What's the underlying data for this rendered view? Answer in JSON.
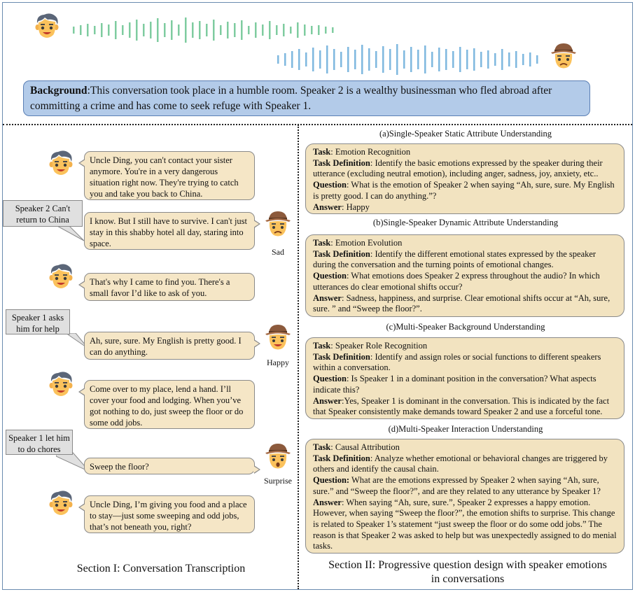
{
  "background": {
    "label": "Background",
    "text": ":This conversation took place in a humble room. Speaker 2 is a wealthy businessman who fled abroad after committing a crime and has come to seek refuge with Speaker 1."
  },
  "section1": {
    "title": "Section I: Conversation Transcription",
    "bubbles": [
      "Uncle Ding, you can't contact your sister anymore. You're in a very dangerous situation right now. They're trying to catch you and take you back to China.",
      "I know. But I still have to survive. I can't just stay in this shabby hotel all day, staring into space.",
      "That's why I came to find you. There's a small favor I’d like to ask of you.",
      "Ah, sure, sure. My English is pretty good. I can do anything.",
      "Come over to my place, lend a hand. I’ll cover your food and lodging. When you’ve got nothing to do, just sweep the floor or do some odd jobs.",
      "Sweep the floor?",
      "Uncle Ding, I’m giving you food and a place to stay—just some sweeping and odd jobs, that’s not beneath you, right?"
    ],
    "notes": [
      "Speaker 2 Can't return to China",
      "Speaker 1 asks him for help",
      "Speaker 1 let  him to do chores"
    ],
    "emotions": [
      "Sad",
      "Happy",
      "Surprise"
    ]
  },
  "section2": {
    "title": "Section II: Progressive question design with speaker emotions in conversations",
    "tasks": [
      {
        "heading": "(a)Single-Speaker Static Attribute Understanding",
        "task_label": "Task",
        "task": ": Emotion Recognition",
        "def_label": "Task Definition",
        "def": ": Identify the basic emotions expressed by the speaker during their utterance (excluding neutral emotion), including anger, sadness, joy, anxiety, etc..",
        "q_label": "Question",
        "q": ": What is the emotion of Speaker 2 when saying “Ah, sure, sure. My English is pretty good. I can do anything.”?",
        "a_label": "Answer",
        "a": ": Happy"
      },
      {
        "heading": "(b)Single-Speaker Dynamic Attribute Understanding",
        "task_label": "Task",
        "task": ": Emotion Evolution",
        "def_label": "Task Definition",
        "def": ": Identify the different emotional states expressed by the speaker during the conversation and the turning points of emotional changes.",
        "q_label": "Question",
        "q": ": What emotions does Speaker 2 express throughout the audio? In which utterances do clear emotional shifts occur?",
        "a_label": "Answer",
        "a": ": Sadness, happiness, and surprise. Clear emotional shifts occur at  “Ah, sure, sure. ” and “Sweep the floor?”."
      },
      {
        "heading": "(c)Multi-Speaker Background Understanding",
        "task_label": "Task",
        "task": ": Speaker Role Recognition",
        "def_label": "Task Definition",
        "def": ": Identify and assign roles or social functions to different speakers within a conversation.",
        "q_label": "Question",
        "q": ": Is Speaker 1 in a dominant position in the conversation? What aspects indicate this?",
        "a_label": "Answer",
        "a": ":Yes, Speaker 1 is dominant in the conversation. This is indicated by the fact that Speaker consistently make demands toward Speaker 2 and use a forceful tone."
      },
      {
        "heading": "(d)Multi-Speaker Interaction Understanding",
        "task_label": "Task",
        "task": ": Causal Attribution",
        "def_label": "Task Definition",
        "def": ": Analyze whether emotional or behavioral changes are triggered by others and identify the causal chain.",
        "q_label": "Question:",
        "q": " What are the emotions expressed by Speaker 2 when saying “Ah, sure, sure.” and “Sweep the floor?”, and are they related to any utterance by Speaker 1?",
        "a_label": "Answer",
        "a": ": When saying “Ah, sure, sure.”, Speaker 2 expresses a happy emotion. However, when saying “Sweep the floor?”, the emotion shifts to surprise. This change is related to Speaker 1’s statement “just sweep the floor or do some odd jobs.” The reason is that Speaker 2 was asked to help but was unexpectedly assigned to do menial tasks."
      }
    ]
  },
  "colors": {
    "wave_green": "#7fcca0",
    "wave_blue": "#7fb8df",
    "bubble": "#f5e6c6",
    "task_box": "#f2e3c0",
    "background_box": "#b3cbe9",
    "note_box": "#e0e0e0"
  },
  "icons": [
    "speaker1-avatar-icon",
    "speaker2-avatar-icon",
    "waveform-icon"
  ]
}
